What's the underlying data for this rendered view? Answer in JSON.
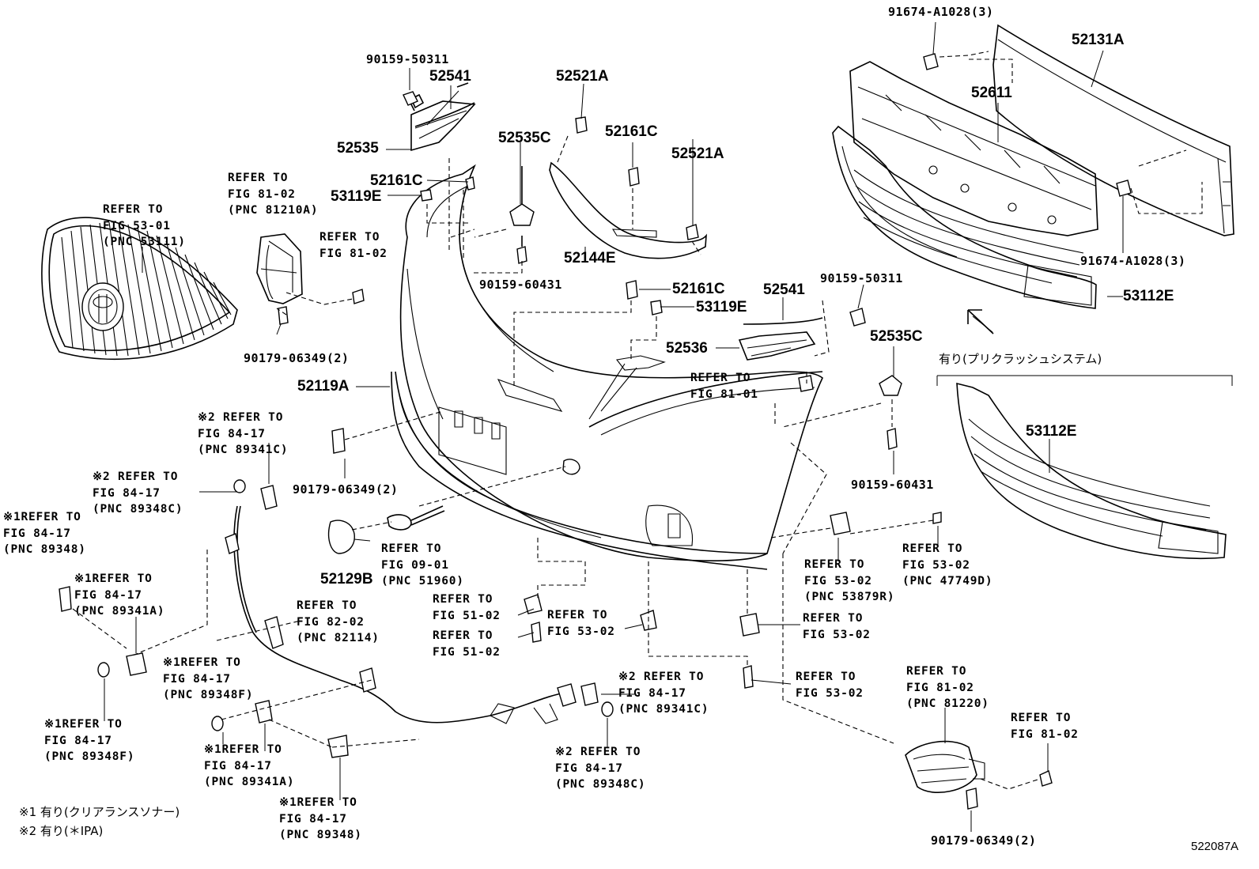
{
  "diagram_id": "522087A",
  "part_numbers": {
    "p52131A": "52131A",
    "p52611": "52611",
    "p91674_top": "91674-A1028(3)",
    "p91674_bot": "91674-A1028(3)",
    "p53112E_a": "53112E",
    "p53112E_b": "53112E",
    "p90159_50311_a": "90159-50311",
    "p90159_50311_b": "90159-50311",
    "p52541_a": "52541",
    "p52541_b": "52541",
    "p52535": "52535",
    "p52535C_a": "52535C",
    "p52535C_b": "52535C",
    "p52521A_a": "52521A",
    "p52521A_b": "52521A",
    "p52161C_a": "52161C",
    "p52161C_b": "52161C",
    "p52161C_c": "52161C",
    "p53119E_a": "53119E",
    "p53119E_b": "53119E",
    "p52144E": "52144E",
    "p90159_60431_a": "90159-60431",
    "p90159_60431_b": "90159-60431",
    "p52536": "52536",
    "p52119A": "52119A",
    "p52129B": "52129B",
    "p90179_06349_a": "90179-06349(2)",
    "p90179_06349_b": "90179-06349(2)",
    "p90179_06349_c": "90179-06349(2)"
  },
  "references": {
    "r_grille": "REFER TO\nFIG 53-01\n(PNC 53111)",
    "r_81210A": "REFER TO\nFIG 81-02\n(PNC 81210A)",
    "r_81_02_a": "REFER TO\nFIG 81-02",
    "r_81_01": "REFER TO\nFIG 81-01",
    "r_89341C_a": "※2 REFER TO\nFIG 84-17\n(PNC 89341C)",
    "r_89348C_a": "※2 REFER TO\nFIG 84-17\n(PNC 89348C)",
    "r_89348_a": "※1REFER TO\nFIG 84-17\n(PNC 89348)",
    "r_89341A_a": "※1REFER TO\nFIG 84-17\n(PNC 89341A)",
    "r_51960": "REFER TO\nFIG 09-01\n(PNC 51960)",
    "r_82114": "REFER TO\nFIG 82-02\n(PNC 82114)",
    "r_51_02_a": "REFER TO\nFIG 51-02",
    "r_51_02_b": "REFER TO\nFIG 51-02",
    "r_53_02_a": "REFER TO\nFIG 53-02",
    "r_53879R": "REFER TO\nFIG 53-02\n(PNC 53879R)",
    "r_47749D": "REFER TO\nFIG 53-02\n(PNC 47749D)",
    "r_53_02_b": "REFER TO\nFIG 53-02",
    "r_53_02_c": "REFER TO\nFIG 53-02",
    "r_89348F_a": "※1REFER TO\nFIG 84-17\n(PNC 89348F)",
    "r_89348F_b": "※1REFER TO\nFIG 84-17\n(PNC 89348F)",
    "r_89341A_b": "※1REFER TO\nFIG 84-17\n(PNC 89341A)",
    "r_89348_b": "※1REFER TO\nFIG 84-17\n(PNC 89348)",
    "r_89341C_b": "※2 REFER TO\nFIG 84-17\n(PNC 89341C)",
    "r_89348C_b": "※2 REFER TO\nFIG 84-17\n(PNC 89348C)",
    "r_81220": "REFER TO\nFIG 81-02\n(PNC 81220)",
    "r_81_02_b": "REFER TO\nFIG 81-02"
  },
  "notes": {
    "precrash": "有り(プリクラッシュシステム)",
    "footnote_1": "※1 有り(クリアランスソナー)",
    "footnote_2": "※2 有り(＊IPA)"
  }
}
